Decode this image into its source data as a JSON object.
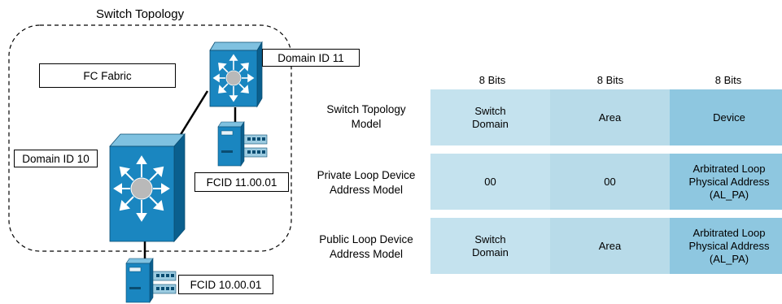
{
  "topology": {
    "title": "Switch Topology",
    "fabric_label": "FC Fabric",
    "core_switch_label": "Domain ID 10",
    "edge_switch_label": "Domain ID 11",
    "edge_device_fcid": "FCID 11.00.01",
    "core_device_fcid": "FCID 10.00.01"
  },
  "address_table": {
    "columns": [
      "8 Bits",
      "8 Bits",
      "8 Bits"
    ],
    "rows": [
      {
        "label": "Switch Topology\nModel",
        "cells": [
          "Switch\nDomain",
          "Area",
          "Device"
        ]
      },
      {
        "label": "Private Loop Device\nAddress Model",
        "cells": [
          "00",
          "00",
          "Arbitrated Loop\nPhysical Address\n(AL_PA)"
        ]
      },
      {
        "label": "Public Loop Device\nAddress Model",
        "cells": [
          "Switch\nDomain",
          "Area",
          "Arbitrated Loop\nPhysical Address\n(AL_PA)"
        ]
      }
    ]
  },
  "colors": {
    "switch_front": "#1a86c0",
    "switch_top": "#7fc1e0",
    "switch_side": "#0a5f8e",
    "cell_light": "#c4e2ee",
    "cell_dark": "#8ec7e0"
  }
}
